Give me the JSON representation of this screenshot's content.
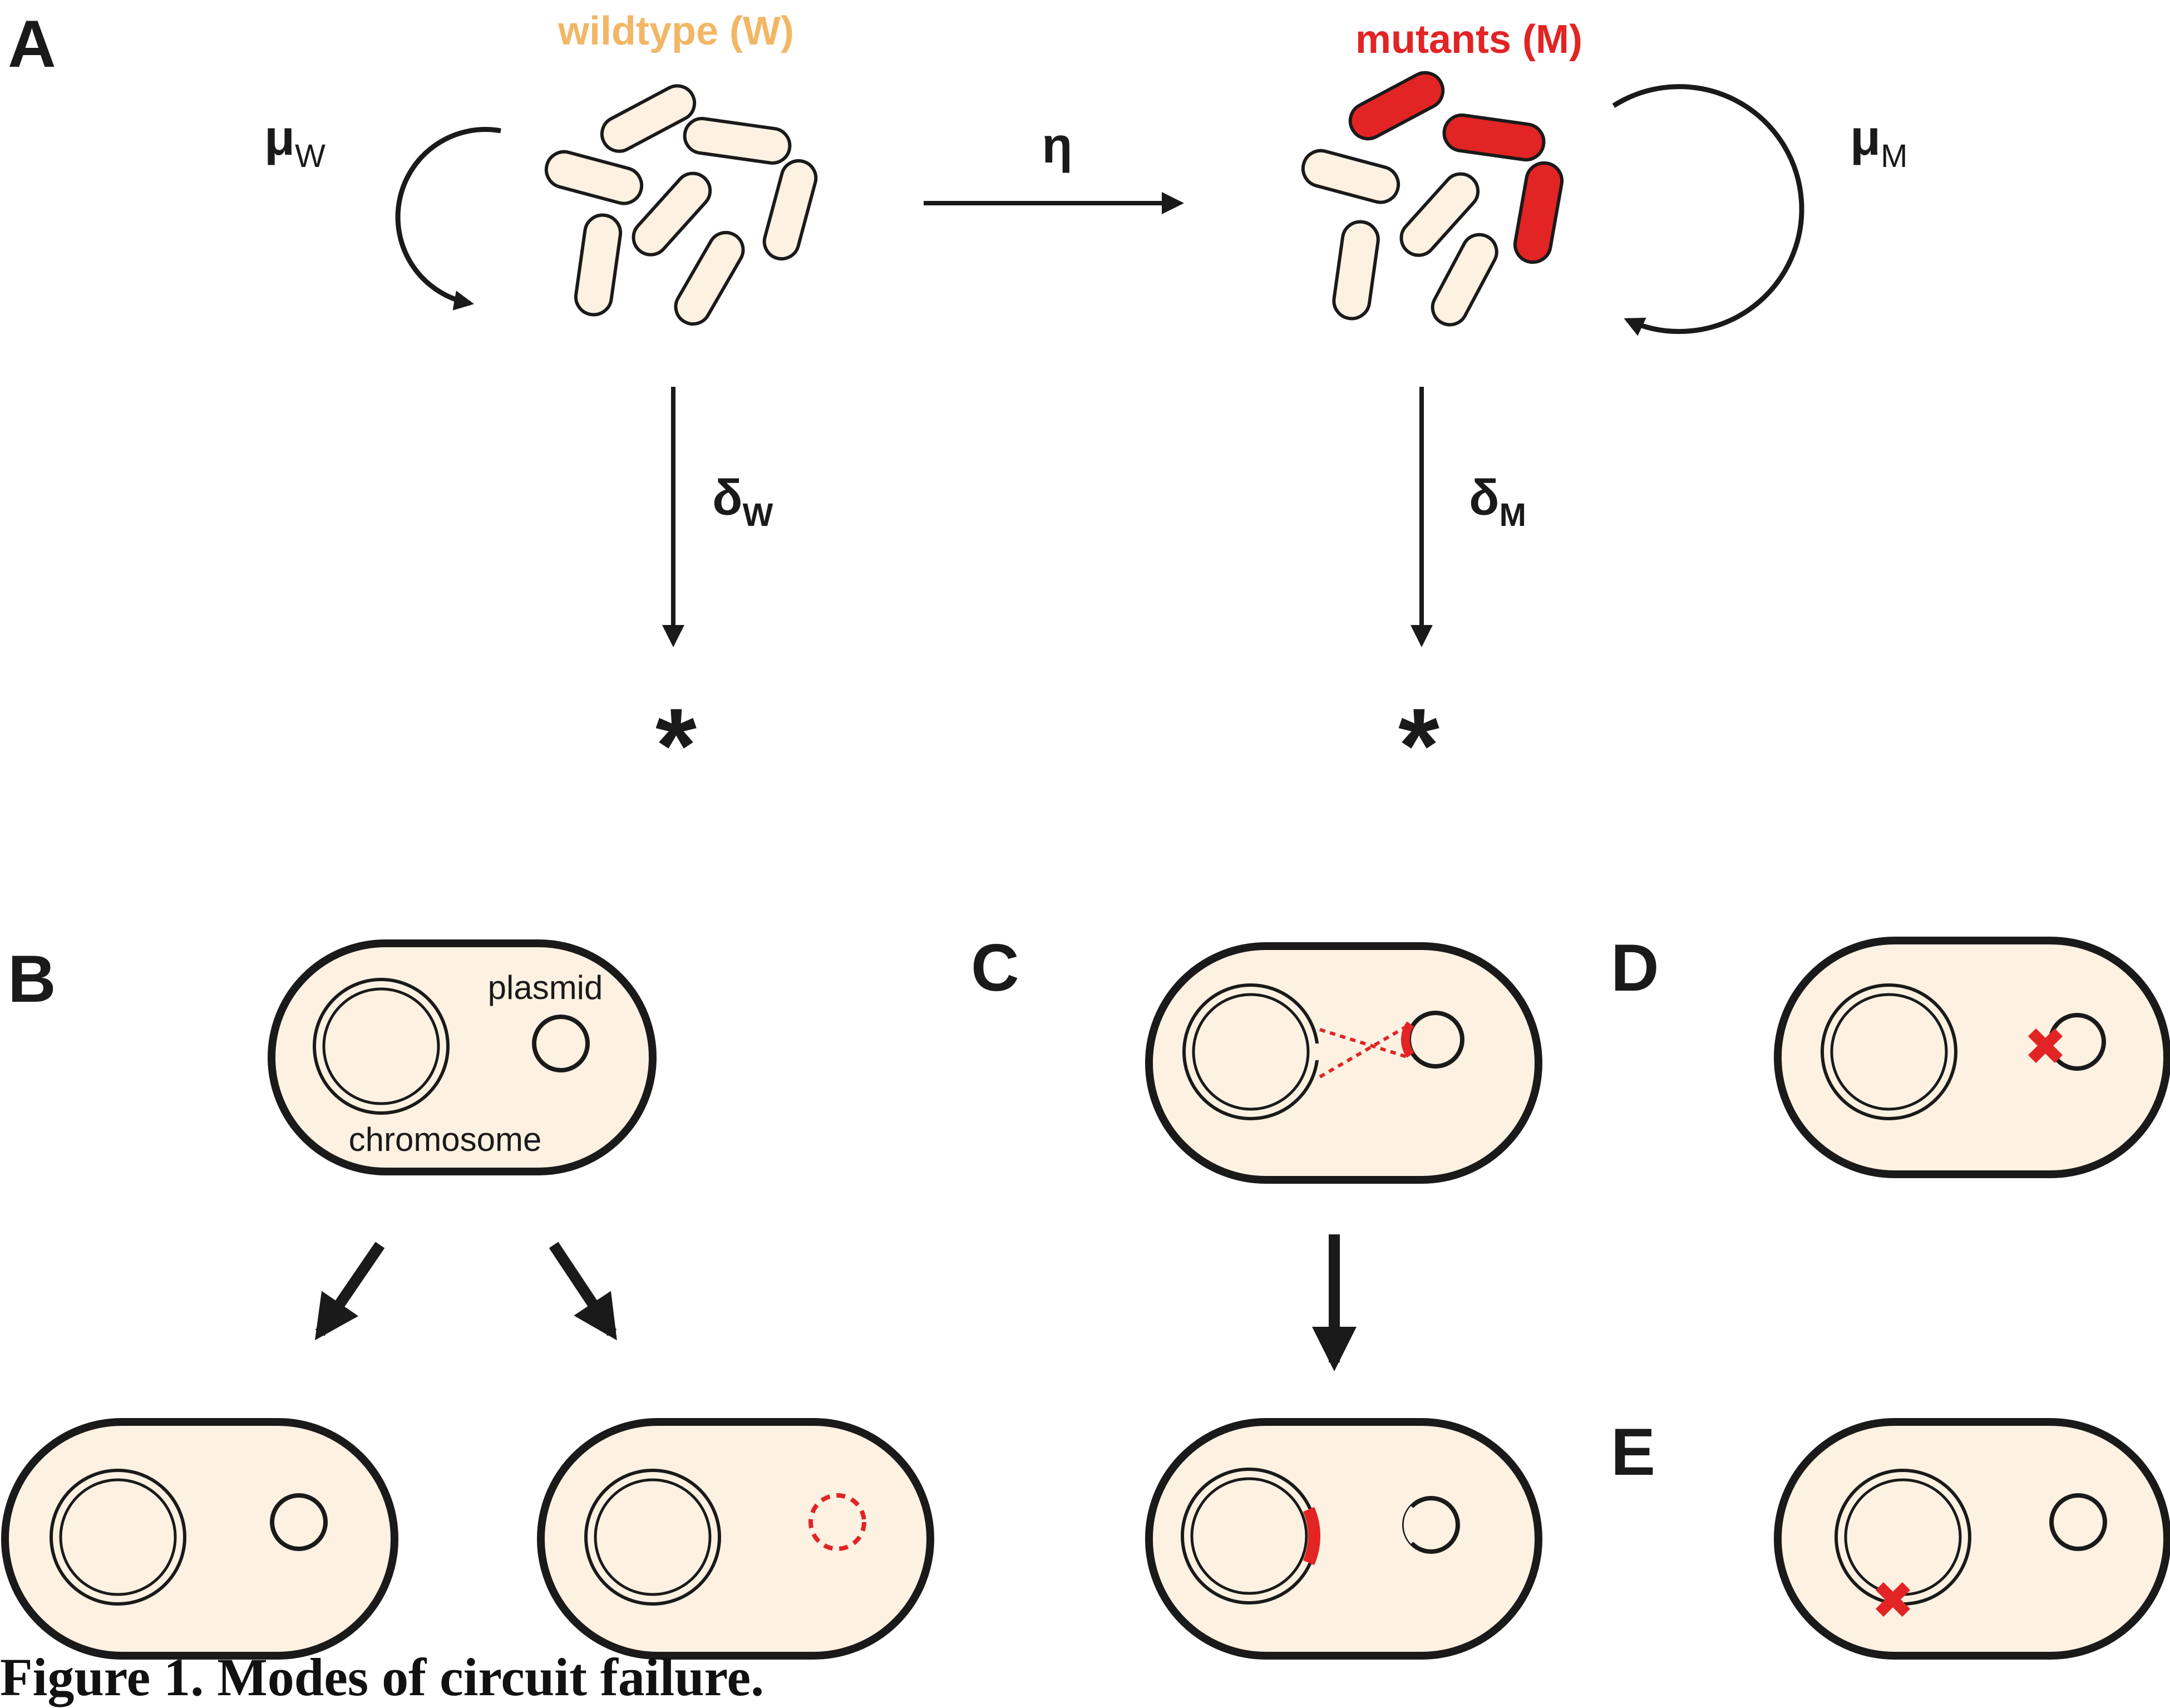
{
  "colors": {
    "cell_fill": "#fdf1e2",
    "outline": "#1a1a1a",
    "wildtype": "#f2b766",
    "mutant": "#e22424"
  },
  "panels": {
    "A": {
      "label": "A",
      "wildtype_title": "wildtype (W)",
      "mutant_title": "mutants (M)",
      "mu_w": "μ",
      "mu_w_sub": "W",
      "mu_m": "μ",
      "mu_m_sub": "M",
      "eta": "η",
      "delta_w": "δ",
      "delta_w_sub": "W",
      "delta_m": "δ",
      "delta_m_sub": "M",
      "sink_symbol": "*"
    },
    "B": {
      "label": "B",
      "plasmid_label": "plasmid",
      "chromosome_label": "chromosome"
    },
    "C": {
      "label": "C"
    },
    "D": {
      "label": "D"
    },
    "E": {
      "label": "E"
    }
  },
  "caption": "Figure 1. Modes of circuit failure."
}
